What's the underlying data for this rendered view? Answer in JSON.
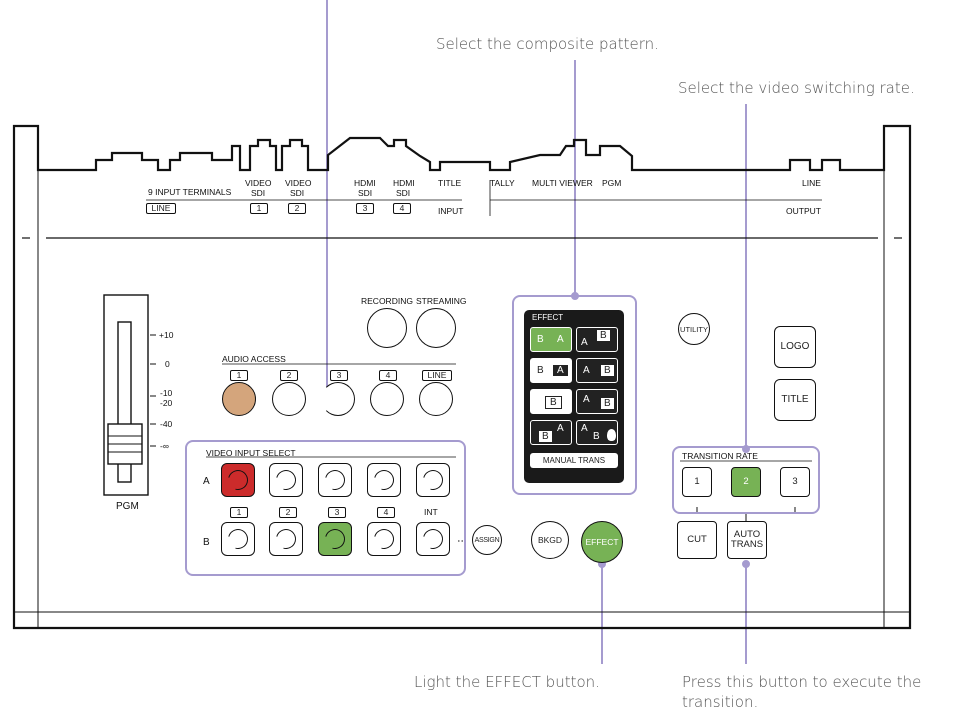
{
  "callouts": {
    "composite": "Select the composite pattern.",
    "rate": "Select the video switching rate.",
    "effect": "Light the EFFECT button.",
    "execute_1": "Press this button to execute the",
    "execute_2": "transition."
  },
  "rear_panel": {
    "nine_input": "9 INPUT TERMINALS",
    "line_tag": "LINE",
    "video_sdi_1a": "VIDEO",
    "video_sdi_1b": "SDI",
    "num_1": "1",
    "video_sdi_2a": "VIDEO",
    "video_sdi_2b": "SDI",
    "num_2": "2",
    "hdmi_sdi_3a": "HDMI",
    "hdmi_sdi_3b": "SDI",
    "num_3": "3",
    "hdmi_sdi_4a": "HDMI",
    "hdmi_sdi_4b": "SDI",
    "num_4": "4",
    "title": "TITLE",
    "input": "INPUT",
    "tally": "TALLY",
    "multi_viewer": "MULTI VIEWER",
    "pgm": "PGM",
    "line": "LINE",
    "output": "OUTPUT"
  },
  "fader": {
    "scale": [
      "+10",
      "0",
      "-10",
      "-20",
      "-40",
      "-∞"
    ],
    "label": "PGM"
  },
  "audio": {
    "recording": "RECORDING",
    "streaming": "STREAMING",
    "access_label": "AUDIO ACCESS",
    "channels": [
      "1",
      "2",
      "3",
      "4",
      "LINE"
    ]
  },
  "video_select": {
    "title": "VIDEO INPUT SELECT",
    "row_a": "A",
    "row_b": "B",
    "inputs": [
      "1",
      "2",
      "3",
      "4",
      "INT"
    ],
    "assign": "ASSIGN"
  },
  "buttons": {
    "bkgd": "BKGD",
    "effect": "EFFECT",
    "utility": "UTILITY",
    "logo": "LOGO",
    "title": "TITLE",
    "cut": "CUT",
    "auto_trans_1": "AUTO",
    "auto_trans_2": "TRANS"
  },
  "effect_panel": {
    "title": "EFFECT",
    "manual": "MANUAL TRANS",
    "cells": [
      {
        "a": "B",
        "b": "A"
      },
      {
        "a": "A",
        "b": "B"
      },
      {
        "a": "B",
        "b": "A"
      },
      {
        "a": "A",
        "b": "B"
      },
      {
        "a": "B",
        "b": ""
      },
      {
        "a": "A",
        "b": "B"
      },
      {
        "a": "B",
        "b": "A"
      },
      {
        "a": "A",
        "b": "B"
      }
    ]
  },
  "transition": {
    "title": "TRANSITION RATE",
    "rates": [
      "1",
      "2",
      "3"
    ]
  },
  "colors": {
    "accent_green": "#77b255",
    "accent_red": "#cc2b2b",
    "audio_active": "#d4a57c",
    "callout_line": "#a59bcf"
  }
}
